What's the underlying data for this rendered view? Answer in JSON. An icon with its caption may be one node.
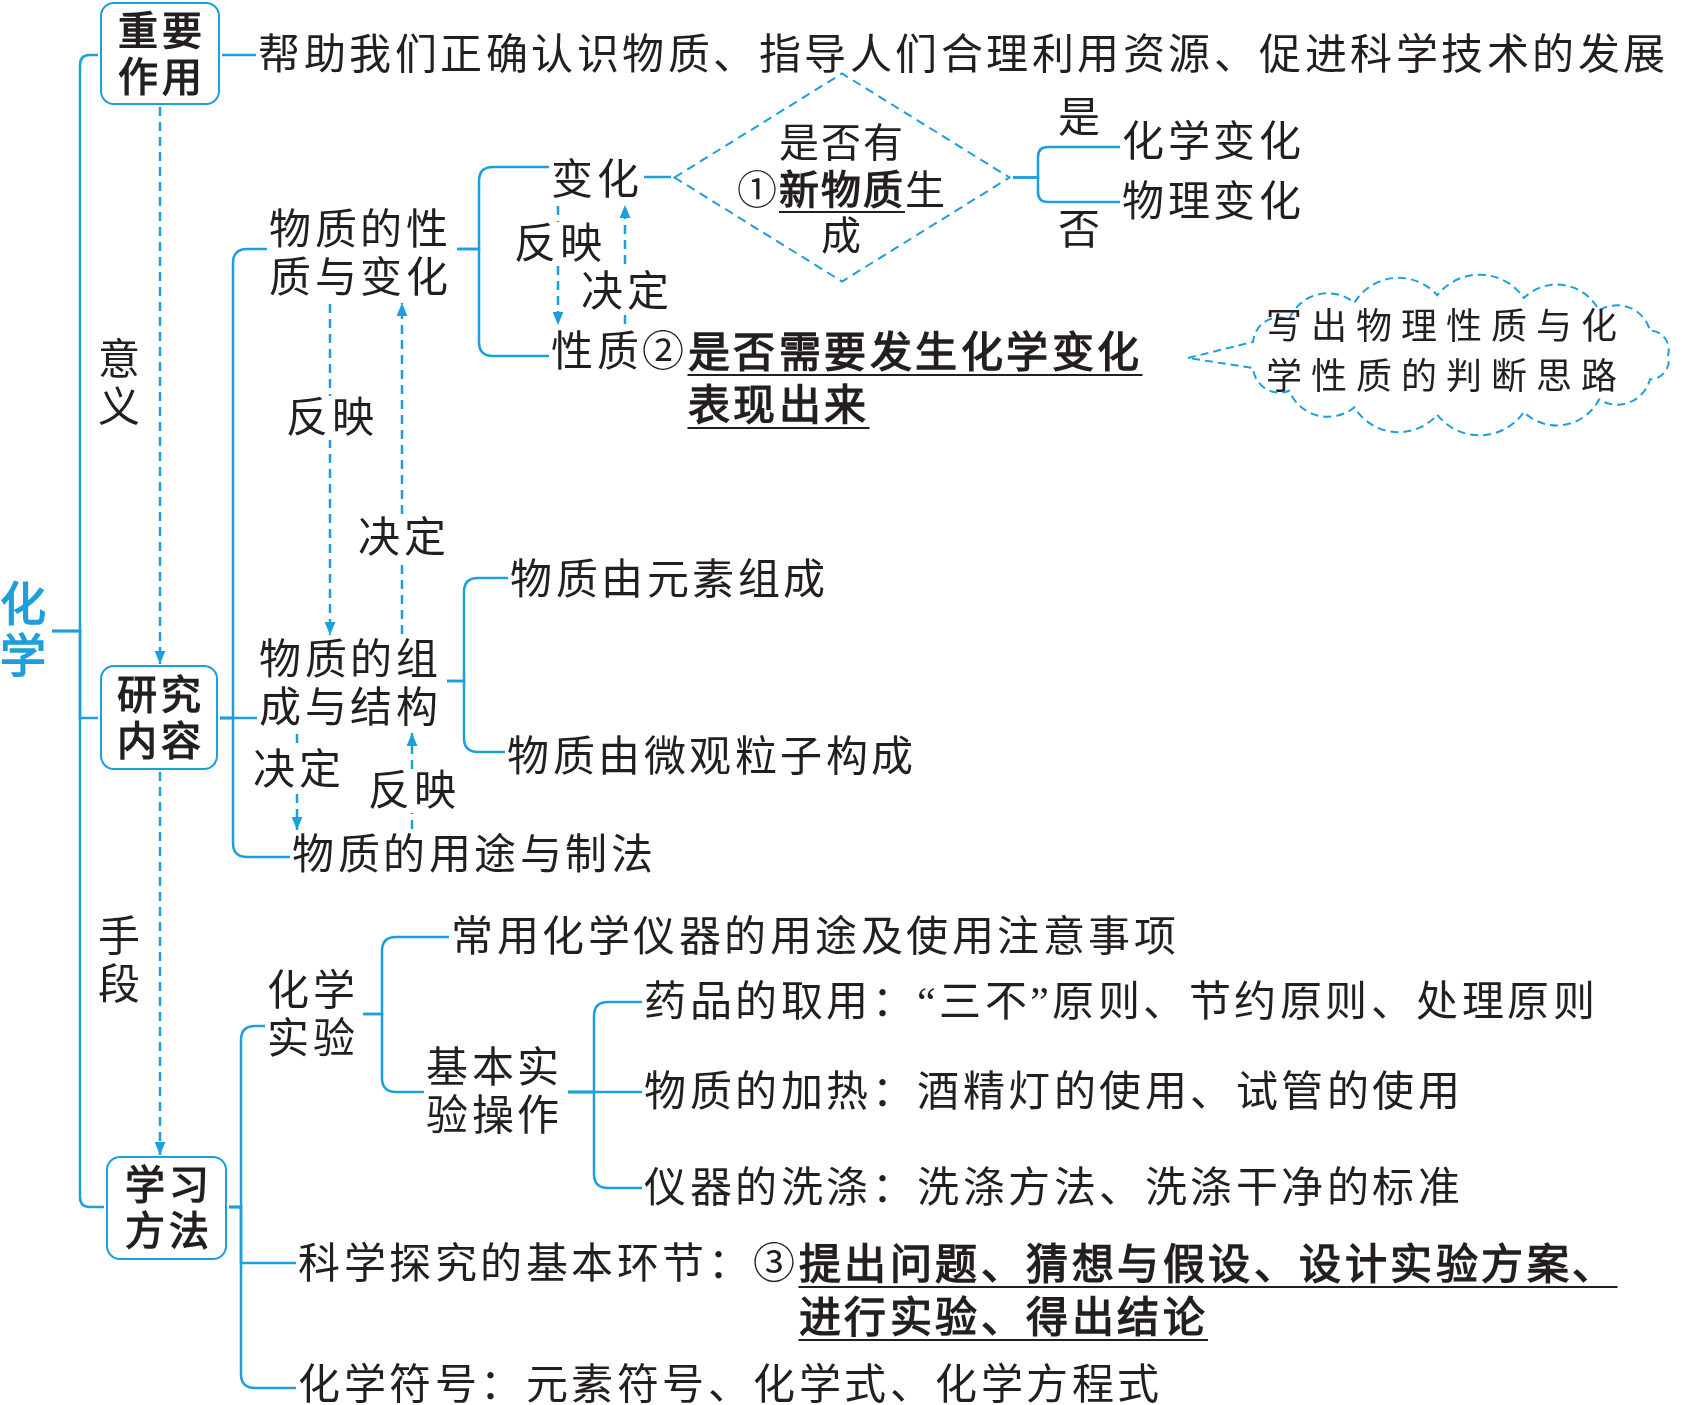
{
  "diagram": {
    "nodes": [
      {
        "text": [
          "化学"
        ]
      },
      {
        "text": [
          "重要作用"
        ]
      },
      {
        "text": [
          "帮助我们正确认识物质、指导人们合理利用资源、促进科学技术的发展"
        ]
      },
      {
        "text": [
          "研究内容"
        ]
      },
      {
        "text": [
          "物质的性质与变化"
        ]
      },
      {
        "text": [
          "变化"
        ]
      },
      {
        "text": [
          "是否有①**新物质**生成"
        ]
      },
      {
        "text": [
          "化学变化"
        ]
      },
      {
        "text": [
          "物理变化"
        ]
      },
      {
        "text": [
          "性质②**是否需要发生化学变化表现出来**"
        ]
      },
      {
        "text": [
          "写出物理性质与化学性质的判断思路"
        ]
      },
      {
        "text": [
          "物质的组成与结构"
        ]
      },
      {
        "text": [
          "物质由元素组成"
        ]
      },
      {
        "text": [
          "物质由微观粒子构成"
        ]
      },
      {
        "text": [
          "物质的用途与制法"
        ]
      },
      {
        "text": [
          "学习方法"
        ]
      },
      {
        "text": [
          "化学实验"
        ]
      },
      {
        "text": [
          "常用化学仪器的用途及使用注意事项"
        ]
      },
      {
        "text": [
          "基本实验操作"
        ]
      },
      {
        "text": [
          "药品的取用：“三不”原则、节约原则、处理原则"
        ]
      },
      {
        "text": [
          "物质的加热：酒精灯的使用、试管的使用"
        ]
      },
      {
        "text": [
          "仪器的洗涤：洗涤方法、洗涤干净的标准"
        ]
      },
      {
        "text": [
          "科学探究的基本环节：③**提出问题、猜想与假设、设计实验方案、进行实验、得出结论**"
        ]
      },
      {
        "text": [
          "化学符号：元素符号、化学式、化学方程式"
        ]
      }
    ],
    "edges": [
      {
        "from": 0,
        "to": 1,
        "arrow": "none"
      },
      {
        "from": 0,
        "to": 3,
        "arrow": "none"
      },
      {
        "from": 0,
        "to": 15,
        "arrow": "none"
      },
      {
        "from": 1,
        "to": 2,
        "arrow": "none"
      },
      {
        "from": 1,
        "to": 3,
        "arrow": "to",
        "style": "dashed",
        "label": "意义"
      },
      {
        "from": 3,
        "to": 15,
        "arrow": "to",
        "style": "dashed",
        "label": "手段"
      },
      {
        "from": 3,
        "to": 4,
        "arrow": "none"
      },
      {
        "from": 3,
        "to": 11,
        "arrow": "none"
      },
      {
        "from": 3,
        "to": 14,
        "arrow": "none"
      },
      {
        "from": 4,
        "to": 5,
        "arrow": "none"
      },
      {
        "from": 4,
        "to": 9,
        "arrow": "none"
      },
      {
        "from": 5,
        "to": 6,
        "arrow": "none"
      },
      {
        "from": 6,
        "to": 7,
        "arrow": "none",
        "label": "是"
      },
      {
        "from": 6,
        "to": 8,
        "arrow": "none",
        "label": "否"
      },
      {
        "from": 5,
        "to": 9,
        "arrow": "to",
        "style": "dashed",
        "label": "反映"
      },
      {
        "from": 9,
        "to": 5,
        "arrow": "to",
        "style": "dashed",
        "label": "决定"
      },
      {
        "from": 4,
        "to": 11,
        "arrow": "to",
        "style": "dashed",
        "label": "反映"
      },
      {
        "from": 11,
        "to": 4,
        "arrow": "to",
        "style": "dashed",
        "label": "决定"
      },
      {
        "from": 11,
        "to": 14,
        "arrow": "to",
        "style": "dashed",
        "label": "决定"
      },
      {
        "from": 14,
        "to": 11,
        "arrow": "to",
        "style": "dashed",
        "label": "反映"
      },
      {
        "from": 11,
        "to": 12,
        "arrow": "none"
      },
      {
        "from": 11,
        "to": 13,
        "arrow": "none"
      },
      {
        "from": 15,
        "to": 16,
        "arrow": "none"
      },
      {
        "from": 15,
        "to": 22,
        "arrow": "none"
      },
      {
        "from": 15,
        "to": 23,
        "arrow": "none"
      },
      {
        "from": 16,
        "to": 17,
        "arrow": "none"
      },
      {
        "from": 16,
        "to": 18,
        "arrow": "none"
      },
      {
        "from": 18,
        "to": 19,
        "arrow": "none"
      },
      {
        "from": 18,
        "to": 20,
        "arrow": "none"
      },
      {
        "from": 18,
        "to": 21,
        "arrow": "none"
      }
    ]
  }
}
